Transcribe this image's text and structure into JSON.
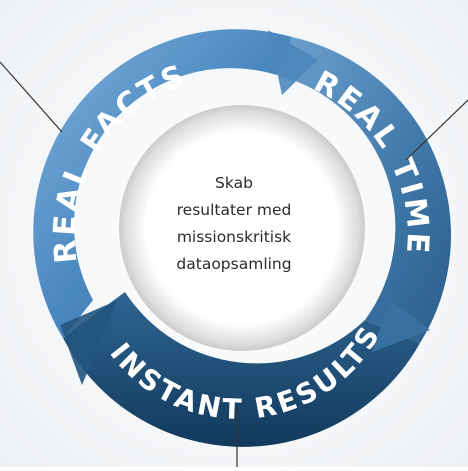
{
  "cycle": {
    "segments": [
      {
        "id": "real-facts",
        "label": "REAL FACTS"
      },
      {
        "id": "real-time",
        "label": "REAL TIME"
      },
      {
        "id": "instant-results",
        "label": "INSTANT RESULTS"
      }
    ]
  },
  "center": {
    "lines": [
      "Skab",
      "resultater med",
      "missionskritisk",
      "dataopsamling"
    ]
  },
  "colors": {
    "segment_left": "#3f7fb5",
    "segment_right": "#366f9f",
    "segment_bottom": "#1c4b74",
    "label_text": "#ffffff",
    "center_text": "#2b2b2b"
  }
}
